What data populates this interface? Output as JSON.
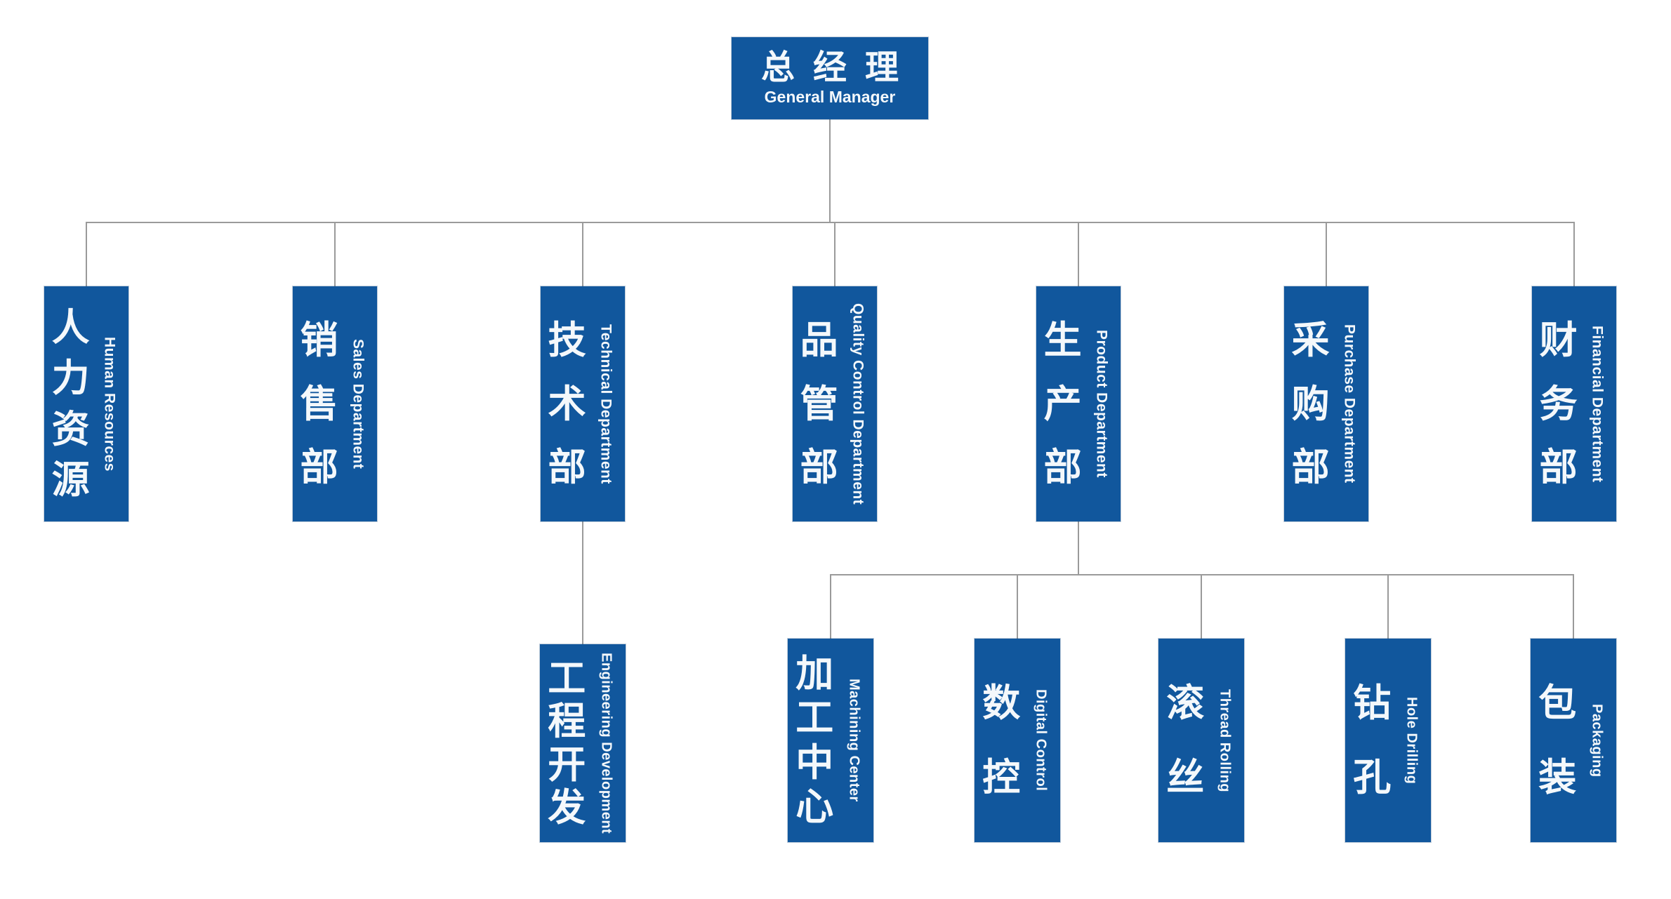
{
  "colors": {
    "box_blue": "#11579d",
    "text_white": "#f4f8fb",
    "line_gray": "#9a9a9a",
    "background": "#ffffff"
  },
  "root": {
    "zh": "总经理",
    "en": "General Manager"
  },
  "level2": [
    {
      "id": "human-resources",
      "zh": "人力资源",
      "en": "Human Resources"
    },
    {
      "id": "sales",
      "zh": "销售部",
      "en": "Sales Department"
    },
    {
      "id": "technical",
      "zh": "技术部",
      "en": "Technical Department"
    },
    {
      "id": "quality-control",
      "zh": "品管部",
      "en": "Quality Control Department"
    },
    {
      "id": "product",
      "zh": "生产部",
      "en": "Product Department"
    },
    {
      "id": "purchase",
      "zh": "采购部",
      "en": "Purchase Department"
    },
    {
      "id": "financial",
      "zh": "财务部",
      "en": "Financial Department"
    }
  ],
  "technical_children": [
    {
      "id": "engineering-development",
      "zh": "工程开发",
      "en": "Engineering Development"
    }
  ],
  "product_children": [
    {
      "id": "machining-center",
      "zh": "加工中心",
      "en": "Machining Center"
    },
    {
      "id": "digital-control",
      "zh": "数控",
      "en": "Digital Control"
    },
    {
      "id": "thread-rolling",
      "zh": "滚丝",
      "en": "Thread Rolling"
    },
    {
      "id": "hole-drilling",
      "zh": "钻孔",
      "en": "Hole Drilling"
    },
    {
      "id": "packaging",
      "zh": "包装",
      "en": "Packaging"
    }
  ]
}
